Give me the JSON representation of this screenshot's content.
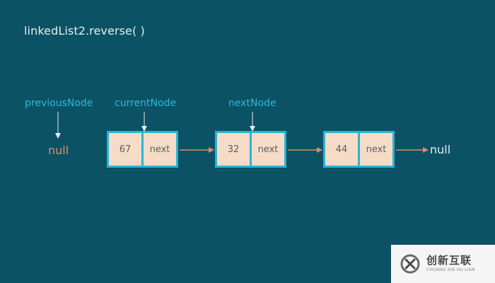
{
  "title": "linkedList2.reverse( )",
  "pointers": {
    "previous": "previousNode",
    "current": "currentNode",
    "next": "nextNode"
  },
  "null_left": "null",
  "null_right": "null",
  "nodes": [
    {
      "value": "67",
      "next": "next"
    },
    {
      "value": "32",
      "next": "next"
    },
    {
      "value": "44",
      "next": "next"
    }
  ],
  "colors": {
    "background": "#0b5265",
    "pointer_label": "#2fb8d8",
    "node_border": "#2cb3d6",
    "node_fill": "#f6dcc6",
    "link_arrow": "#e08a6a",
    "pointer_arrow": "#e4eef1",
    "null_left": "#e08a6a",
    "null_right": "#e4eef1"
  },
  "watermark": {
    "brand_cn": "创新互联",
    "brand_en": "CHUANG XIN HU LIAN",
    "logo": "watermark-logo-icon"
  }
}
